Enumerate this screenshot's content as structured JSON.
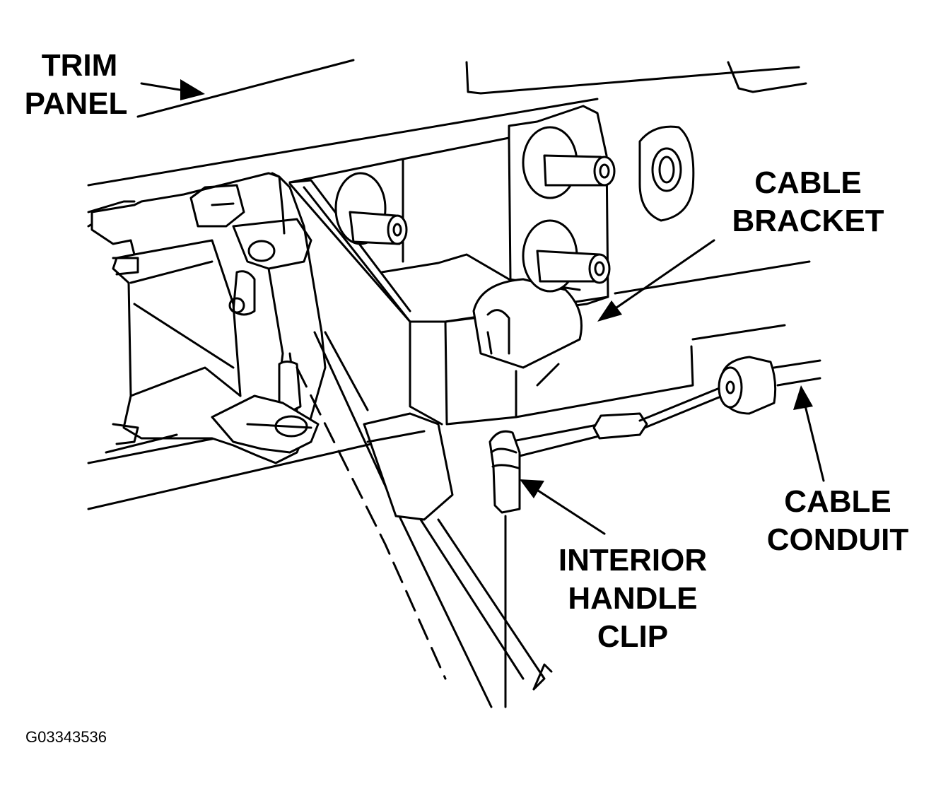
{
  "labels": {
    "trim_panel_line1": "TRIM",
    "trim_panel_line2": "PANEL",
    "cable_bracket_line1": "CABLE",
    "cable_bracket_line2": "BRACKET",
    "cable_conduit_line1": "CABLE",
    "cable_conduit_line2": "CONDUIT",
    "interior_handle_clip_line1": "INTERIOR",
    "interior_handle_clip_line2": "HANDLE",
    "interior_handle_clip_line3": "CLIP"
  },
  "figure_id": "G03343536"
}
